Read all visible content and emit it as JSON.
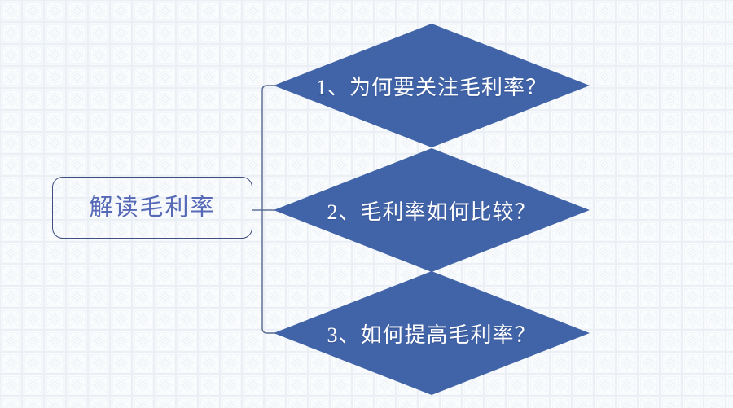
{
  "diagram": {
    "type": "mind-map",
    "root": {
      "label": "解读毛利率"
    },
    "branches": [
      {
        "index": "1",
        "label": "1、为何要关注毛利率？"
      },
      {
        "index": "2",
        "label": "2、毛利率如何比较？"
      },
      {
        "index": "3",
        "label": "3、如何提高毛利率？"
      }
    ],
    "colors": {
      "diamond_fill": "#4163a8",
      "diamond_text": "#ffffff",
      "root_border": "#3f5080",
      "root_text": "#5669b6",
      "connector_line": "#56688f",
      "background": "#fbfcfd",
      "pattern_stroke": "#eaf0f6"
    }
  }
}
